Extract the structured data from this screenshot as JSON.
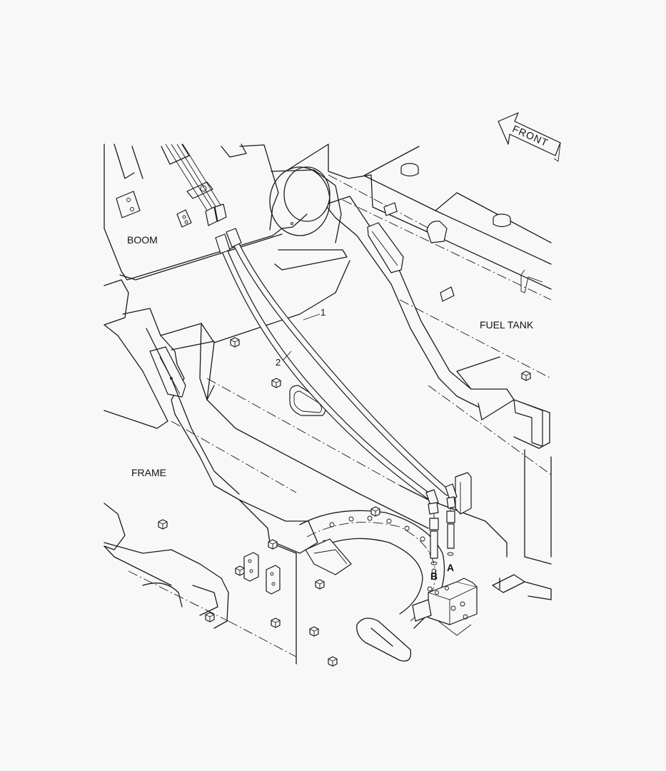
{
  "labels": {
    "boom": "BOOM",
    "fuel_tank": "FUEL TANK",
    "frame": "FRAME",
    "front": "FRONT"
  },
  "callouts": {
    "item_1": "1",
    "item_2": "2"
  },
  "ports": {
    "a": "A",
    "b": "B"
  }
}
